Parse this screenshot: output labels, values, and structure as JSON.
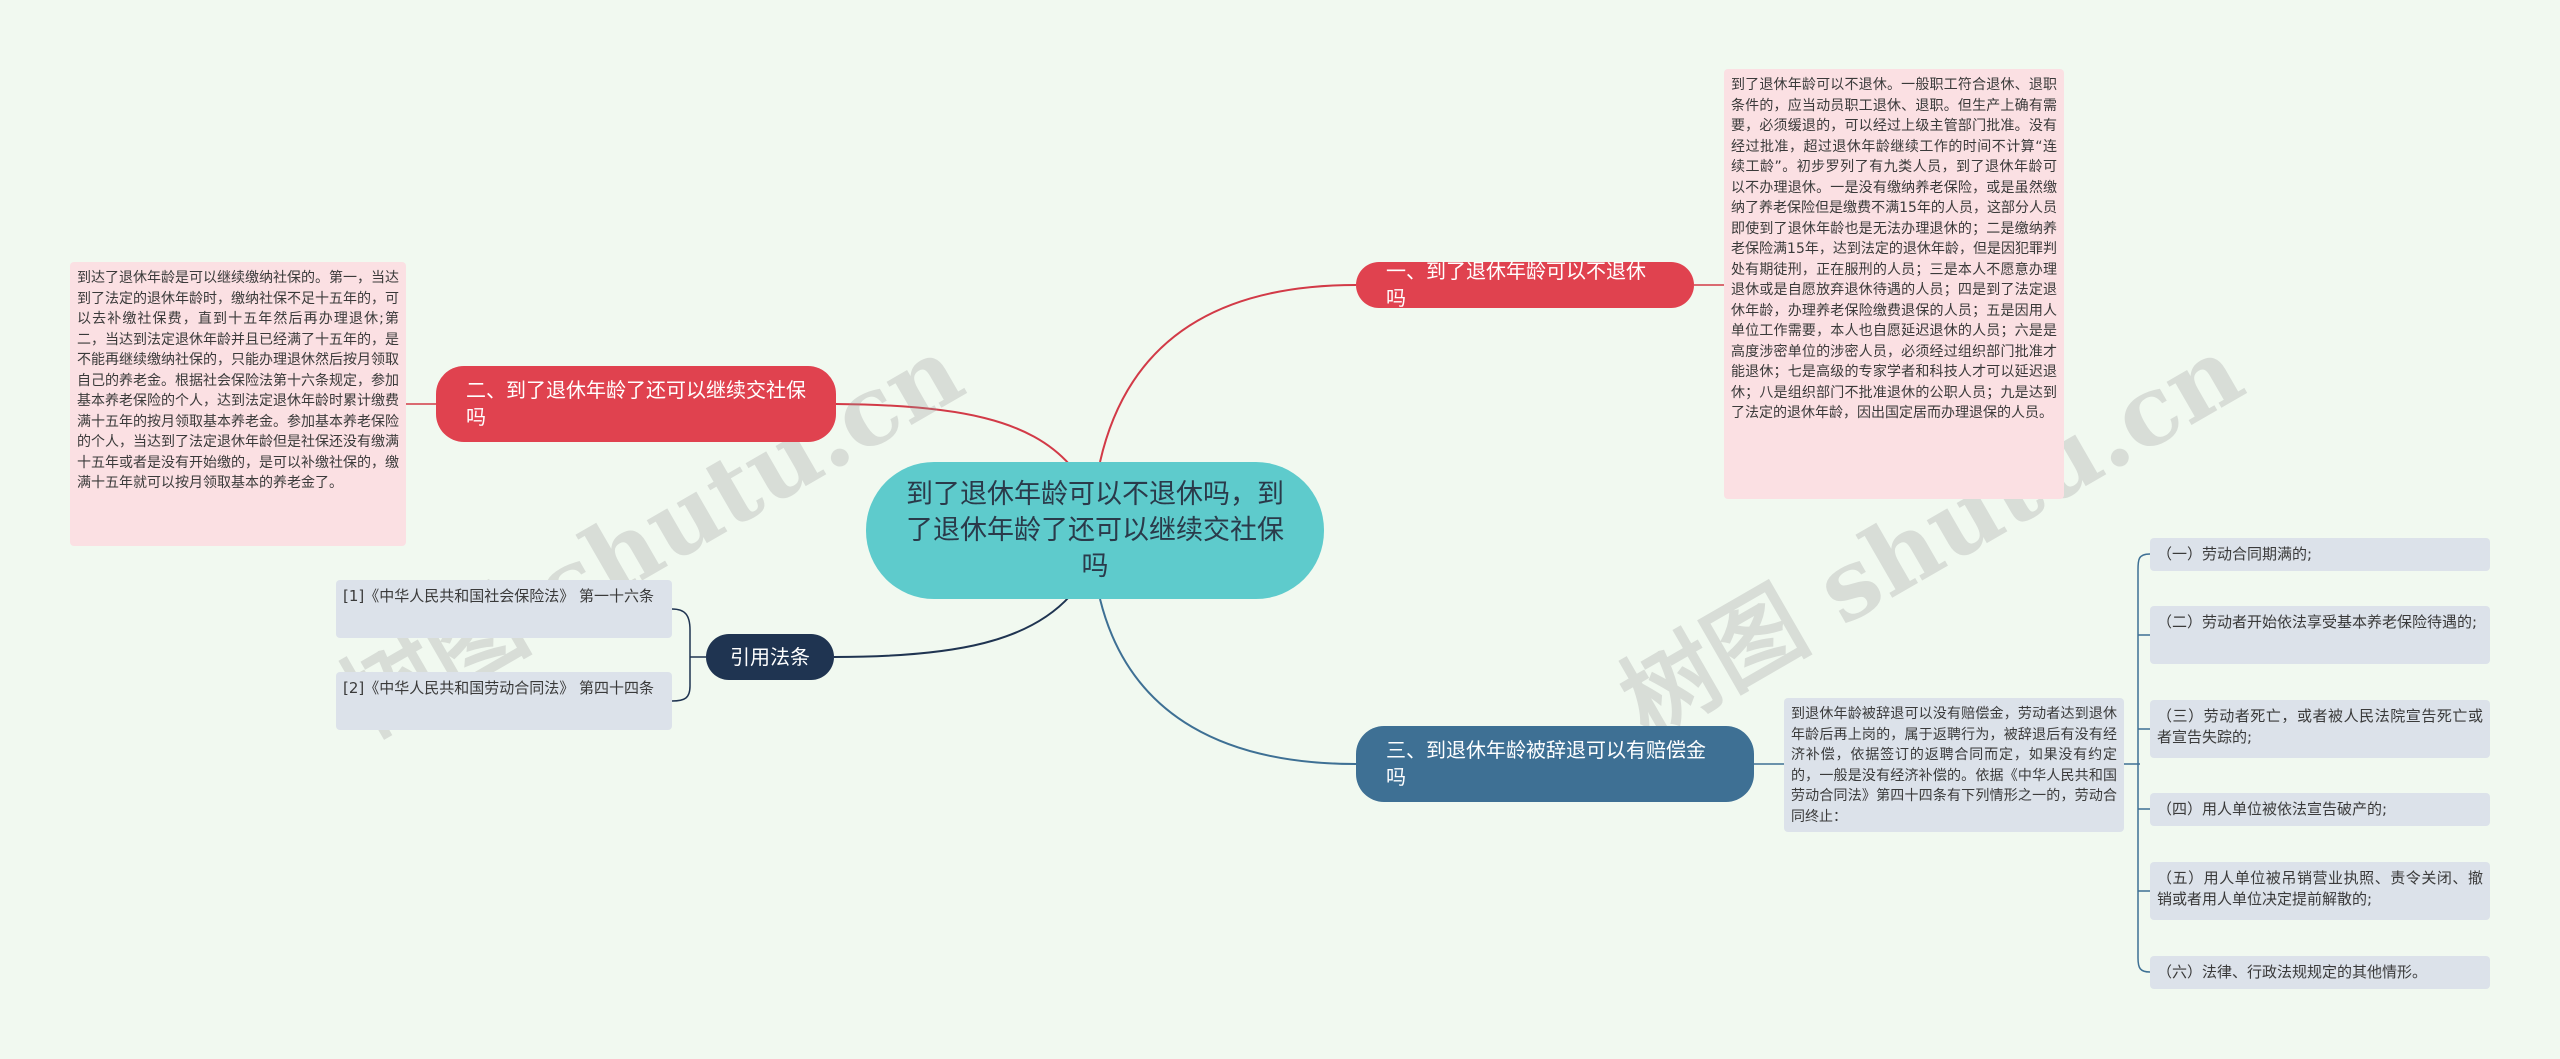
{
  "center": {
    "title": "到了退休年龄可以不退休吗，到了退休年龄了还可以继续交社保吗"
  },
  "branches": {
    "b1": {
      "label": "一、到了退休年龄可以不退休吗"
    },
    "b2": {
      "label": "二、到了退休年龄了还可以继续交社保吗"
    },
    "b3": {
      "label": "三、到退休年龄被辞退可以有赔偿金吗"
    },
    "b4": {
      "label": "引用法条"
    }
  },
  "notes": {
    "n1": "到了退休年龄可以不退休。一般职工符合退休、退职条件的，应当动员职工退休、退职。但生产上确有需要，必须缓退的，可以经过上级主管部门批准。没有经过批准，超过退休年龄继续工作的时间不计算“连续工龄”。初步罗列了有九类人员，到了退休年龄可以不办理退休。一是没有缴纳养老保险，或是虽然缴纳了养老保险但是缴费不满15年的人员，这部分人员即使到了退休年龄也是无法办理退休的；二是缴纳养老保险满15年，达到法定的退休年龄，但是因犯罪判处有期徒刑，正在服刑的人员；三是本人不愿意办理退休或是自愿放弃退休待遇的人员；四是到了法定退休年龄，办理养老保险缴费退保的人员；五是因用人单位工作需要，本人也自愿延迟退休的人员；六是是高度涉密单位的涉密人员，必须经过组织部门批准才能退休；七是高级的专家学者和科技人才可以延迟退休；八是组织部门不批准退休的公职人员；九是达到了法定的退休年龄，因出国定居而办理退保的人员。",
    "n2": "到达了退休年龄是可以继续缴纳社保的。第一，当达到了法定的退休年龄时，缴纳社保不足十五年的，可以去补缴社保费，直到十五年然后再办理退休;第二，当达到法定退休年龄并且已经满了十五年的，是不能再继续缴纳社保的，只能办理退休然后按月领取自己的养老金。根据社会保险法第十六条规定，参加基本养老保险的个人，达到法定退休年龄时累计缴费满十五年的按月领取基本养老金。参加基本养老保险的个人，当达到了法定退休年龄但是社保还没有缴满十五年或者是没有开始缴的，是可以补缴社保的，缴满十五年就可以按月领取基本的养老金了。",
    "n3": "到退休年龄被辞退可以没有赔偿金，劳动者达到退休年龄后再上岗的，属于返聘行为，被辞退后有没有经济补偿，依据签订的返聘合同而定，如果没有约定的，一般是没有经济补偿的。依据《中华人民共和国劳动合同法》第四十四条有下列情形之一的，劳动合同终止："
  },
  "refs": [
    "[1]《中华人民共和国社会保险法》 第一十六条",
    "[2]《中华人民共和国劳动合同法》 第四十四条"
  ],
  "terms": [
    "（一）劳动合同期满的;",
    "（二）劳动者开始依法享受基本养老保险待遇的;",
    "（三）劳动者死亡，或者被人民法院宣告死亡或者宣告失踪的;",
    "（四）用人单位被依法宣告破产的;",
    "（五）用人单位被吊销营业执照、责令关闭、撤销或者用人单位决定提前解散的;",
    "（六）法律、行政法规规定的其他情形。"
  ],
  "watermark": "树图 shutu.cn",
  "colors": {
    "background": "#f1f9f0",
    "center": "#5ecbcc",
    "red_branch": "#e0424f",
    "blue_branch": "#3e7094",
    "navy_branch": "#1f3451",
    "pink_note": "#fbe0e3",
    "gray_note": "#dce2ea"
  }
}
